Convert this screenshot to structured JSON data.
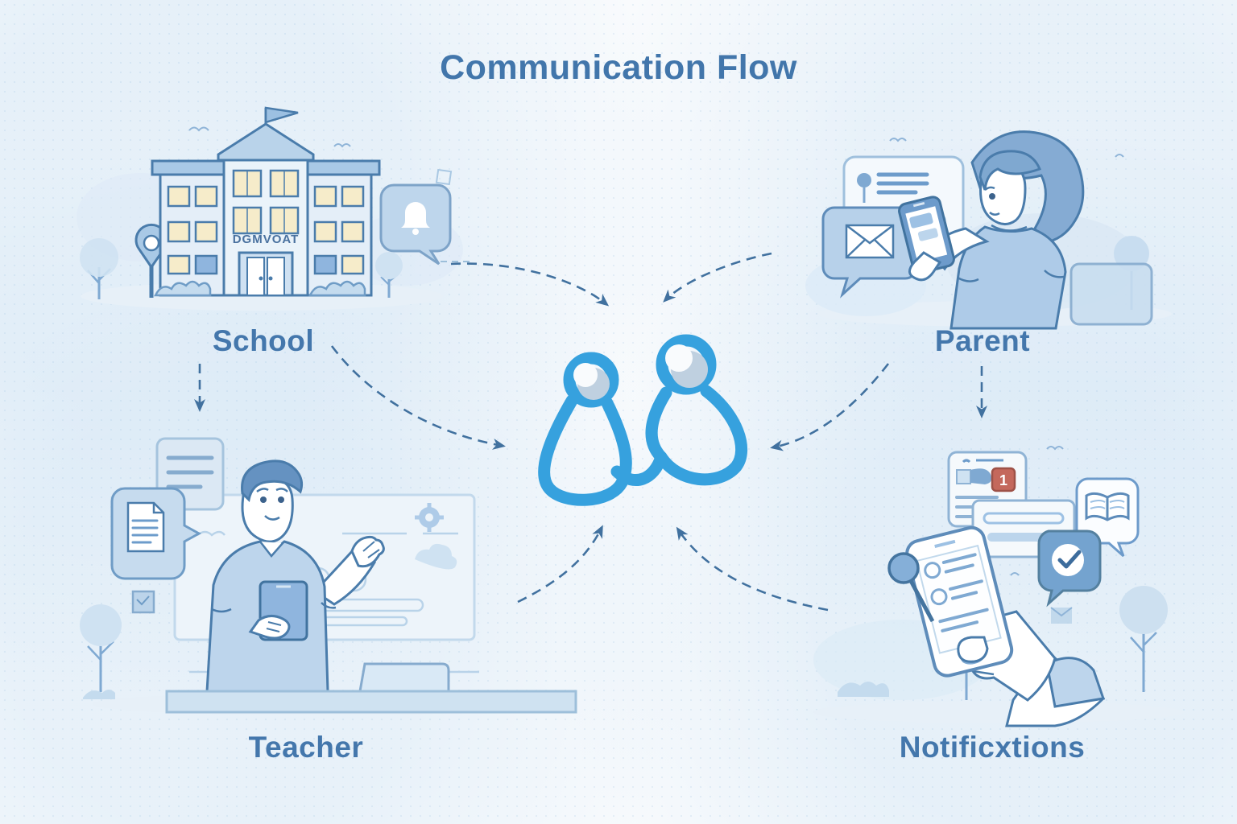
{
  "title": "Communication Flow",
  "nodes": {
    "school": {
      "label": "School",
      "building_sign": "DGMVOAT"
    },
    "parent": {
      "label": "Parent"
    },
    "teacher": {
      "label": "Teacher"
    },
    "notifications": {
      "label": "Notificxtions",
      "badge_count": "1"
    }
  },
  "center_logo": {
    "name": "two-people-connection"
  },
  "colors": {
    "title_text": "#4276ab",
    "label_text": "#4477ac",
    "arrow": "#41719f",
    "outline": "#4a7cab",
    "logo_accent": "#36a1de",
    "badge_red": "#c4685c",
    "window_yellow": "#f6ecca"
  }
}
